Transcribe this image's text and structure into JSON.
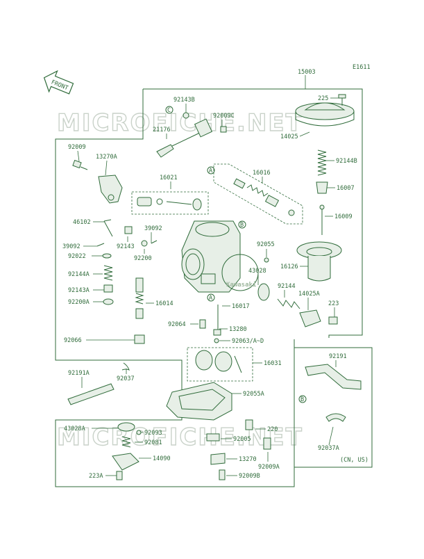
{
  "diagram_code": "E1611",
  "front_label": "FRONT",
  "watermark": "MICROFICHE.NET",
  "region_note": "(CN, US)",
  "logo_text": "Kawasaki",
  "parts": {
    "p15003": "15003",
    "p225": "225",
    "p92143B": "92143B",
    "p92009C": "92009C",
    "p21176": "21176",
    "p14025": "14025",
    "p92144B": "92144B",
    "p92009": "92009",
    "p13270A": "13270A",
    "p16016": "16016",
    "p16007": "16007",
    "p16021": "16021",
    "p16009": "16009",
    "p46102": "46102",
    "p39092a": "39092",
    "p39092b": "39092",
    "p92143": "92143",
    "p92200": "92200",
    "p92055": "92055",
    "p92022": "92022",
    "p16126": "16126",
    "p43028": "43028",
    "p92144A": "92144A",
    "p92143A": "92143A",
    "p92200A": "92200A",
    "p16014": "16014",
    "p92144": "92144",
    "p14025A": "14025A",
    "p16017": "16017",
    "p223": "223",
    "p92064": "92064",
    "p13280": "13280",
    "p92066": "92066",
    "p92063": "92063/A~D",
    "p16031": "16031",
    "p92191A": "92191A",
    "p92037": "92037",
    "p92191": "92191",
    "p92055A": "92055A",
    "p43028A": "43028A",
    "p92093": "92093",
    "p92081": "92081",
    "p220": "220",
    "p92005": "92005",
    "p14090": "14090",
    "p13270": "13270",
    "p92009A": "92009A",
    "p223A": "223A",
    "p92009B": "92009B",
    "p92037A": "92037A"
  },
  "callouts": {
    "a": "A",
    "b": "B",
    "c": "C"
  }
}
